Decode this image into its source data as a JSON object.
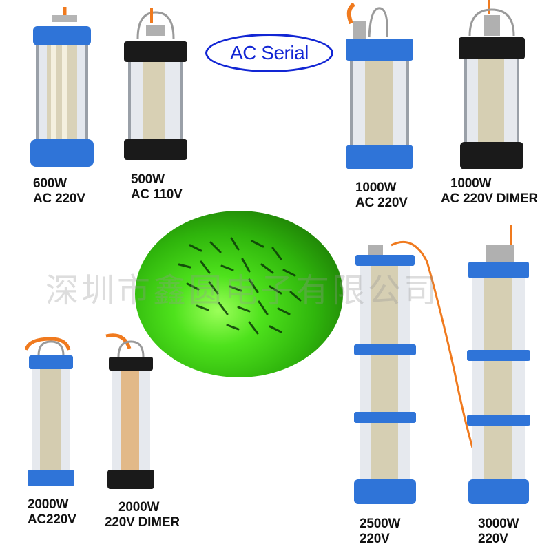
{
  "badge": {
    "text": "AC Serial"
  },
  "watermark": {
    "text": "深圳市鑫圆电子有限公司"
  },
  "products": [
    {
      "power": "600W",
      "voltage": "AC 220V",
      "color": "blue"
    },
    {
      "power": "500W",
      "voltage": "AC 110V",
      "color": "black"
    },
    {
      "power": "1000W",
      "voltage": "AC 220V",
      "color": "blue"
    },
    {
      "power": "1000W",
      "voltage": "AC 220V DIMER",
      "color": "black"
    },
    {
      "power": "2000W",
      "voltage": "AC220V",
      "color": "blue"
    },
    {
      "power": "2000W",
      "voltage": "220V DIMER",
      "color": "black"
    },
    {
      "power": "2500W",
      "voltage": "220V",
      "color": "blue"
    },
    {
      "power": "3000W",
      "voltage": "220V",
      "color": "blue"
    }
  ],
  "colors": {
    "blue": "#2f74d8",
    "black": "#1a1a1a",
    "cable": "#f07a1e",
    "badge": "#1226d4",
    "glow": "#4ee21c"
  }
}
